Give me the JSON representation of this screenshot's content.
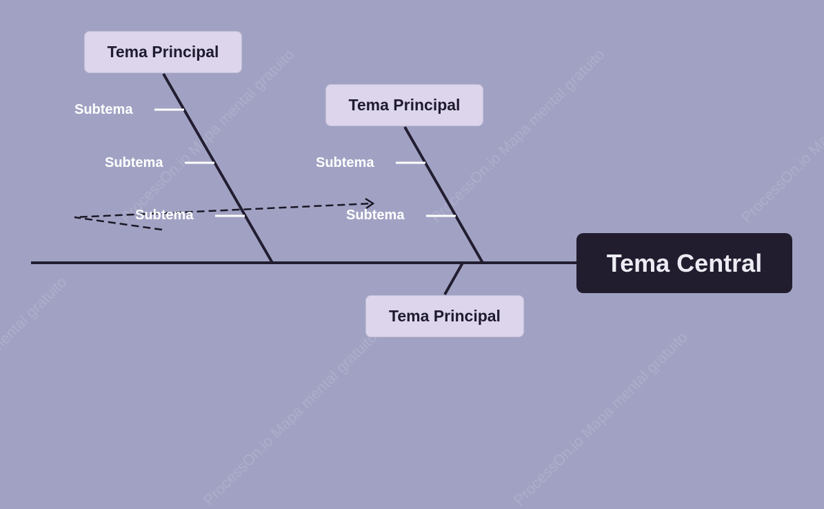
{
  "central_topic": {
    "label": "Tema Central"
  },
  "main_topics": [
    {
      "label": "Tema Principal"
    },
    {
      "label": "Tema Principal"
    },
    {
      "label": "Tema Principal"
    }
  ],
  "subtopics": [
    {
      "label": "Subtema"
    },
    {
      "label": "Subtema"
    },
    {
      "label": "Subtema"
    },
    {
      "label": "Subtema"
    },
    {
      "label": "Subtema"
    }
  ],
  "watermark": {
    "text": "ProcessOn.io Mapa mental gratuito"
  },
  "colors": {
    "background": "#a1a2c3",
    "central_fill": "#211c2e",
    "central_text": "#ecebf3",
    "topic_fill": "#dcd5ec",
    "topic_text": "#1f1b2e",
    "line": "#221d30",
    "subtopic_text": "#ffffff"
  }
}
